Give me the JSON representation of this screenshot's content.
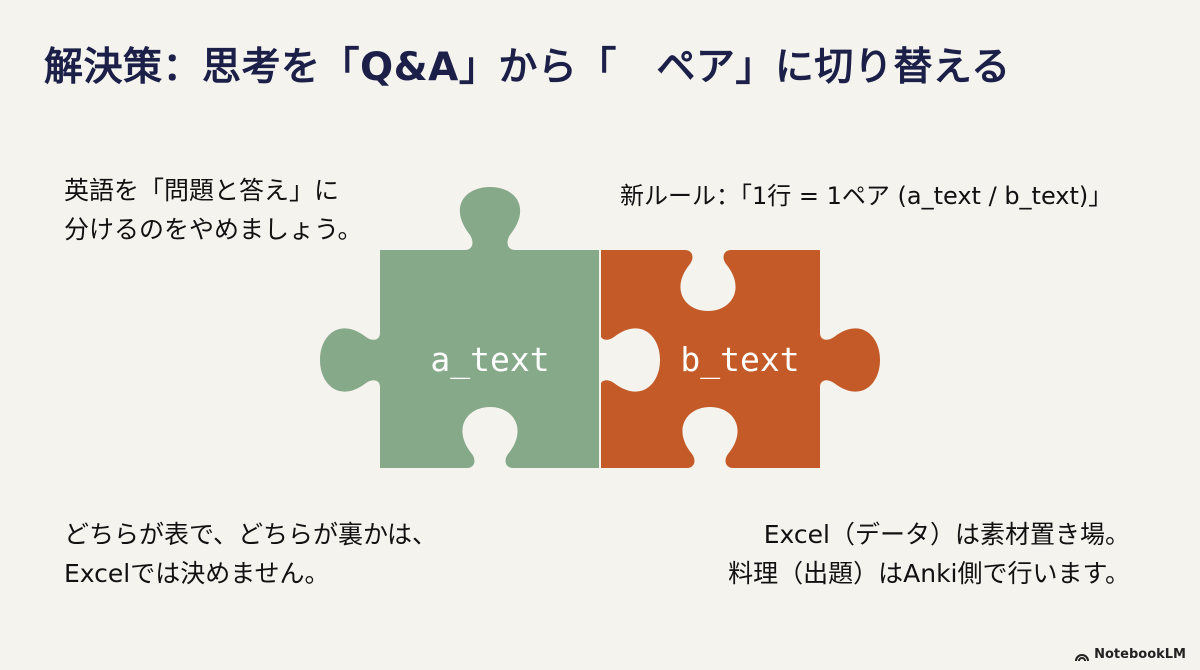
{
  "slide": {
    "title": "解決策：思考を「Q&A」から「　ペア」に切り替える",
    "top_left_text": "英語を「問題と答え」に\n分けるのをやめましょう。",
    "top_right_text": "新ルール：「1行 = 1ペア (a_text / b_text)」",
    "bottom_left_text": "どちらが表で、どちらが裏かは、\nExcelでは決めません。",
    "bottom_right_text": "Excel（データ）は素材置き場。\n料理（出題）はAnki側で行います。"
  },
  "puzzle": {
    "left_piece_label": "a_text",
    "right_piece_label": "b_text",
    "left_color": "#86a98a",
    "right_color": "#c45a28"
  },
  "brand": {
    "name": "NotebookLM",
    "icon": "notebooklm-logo-icon"
  }
}
